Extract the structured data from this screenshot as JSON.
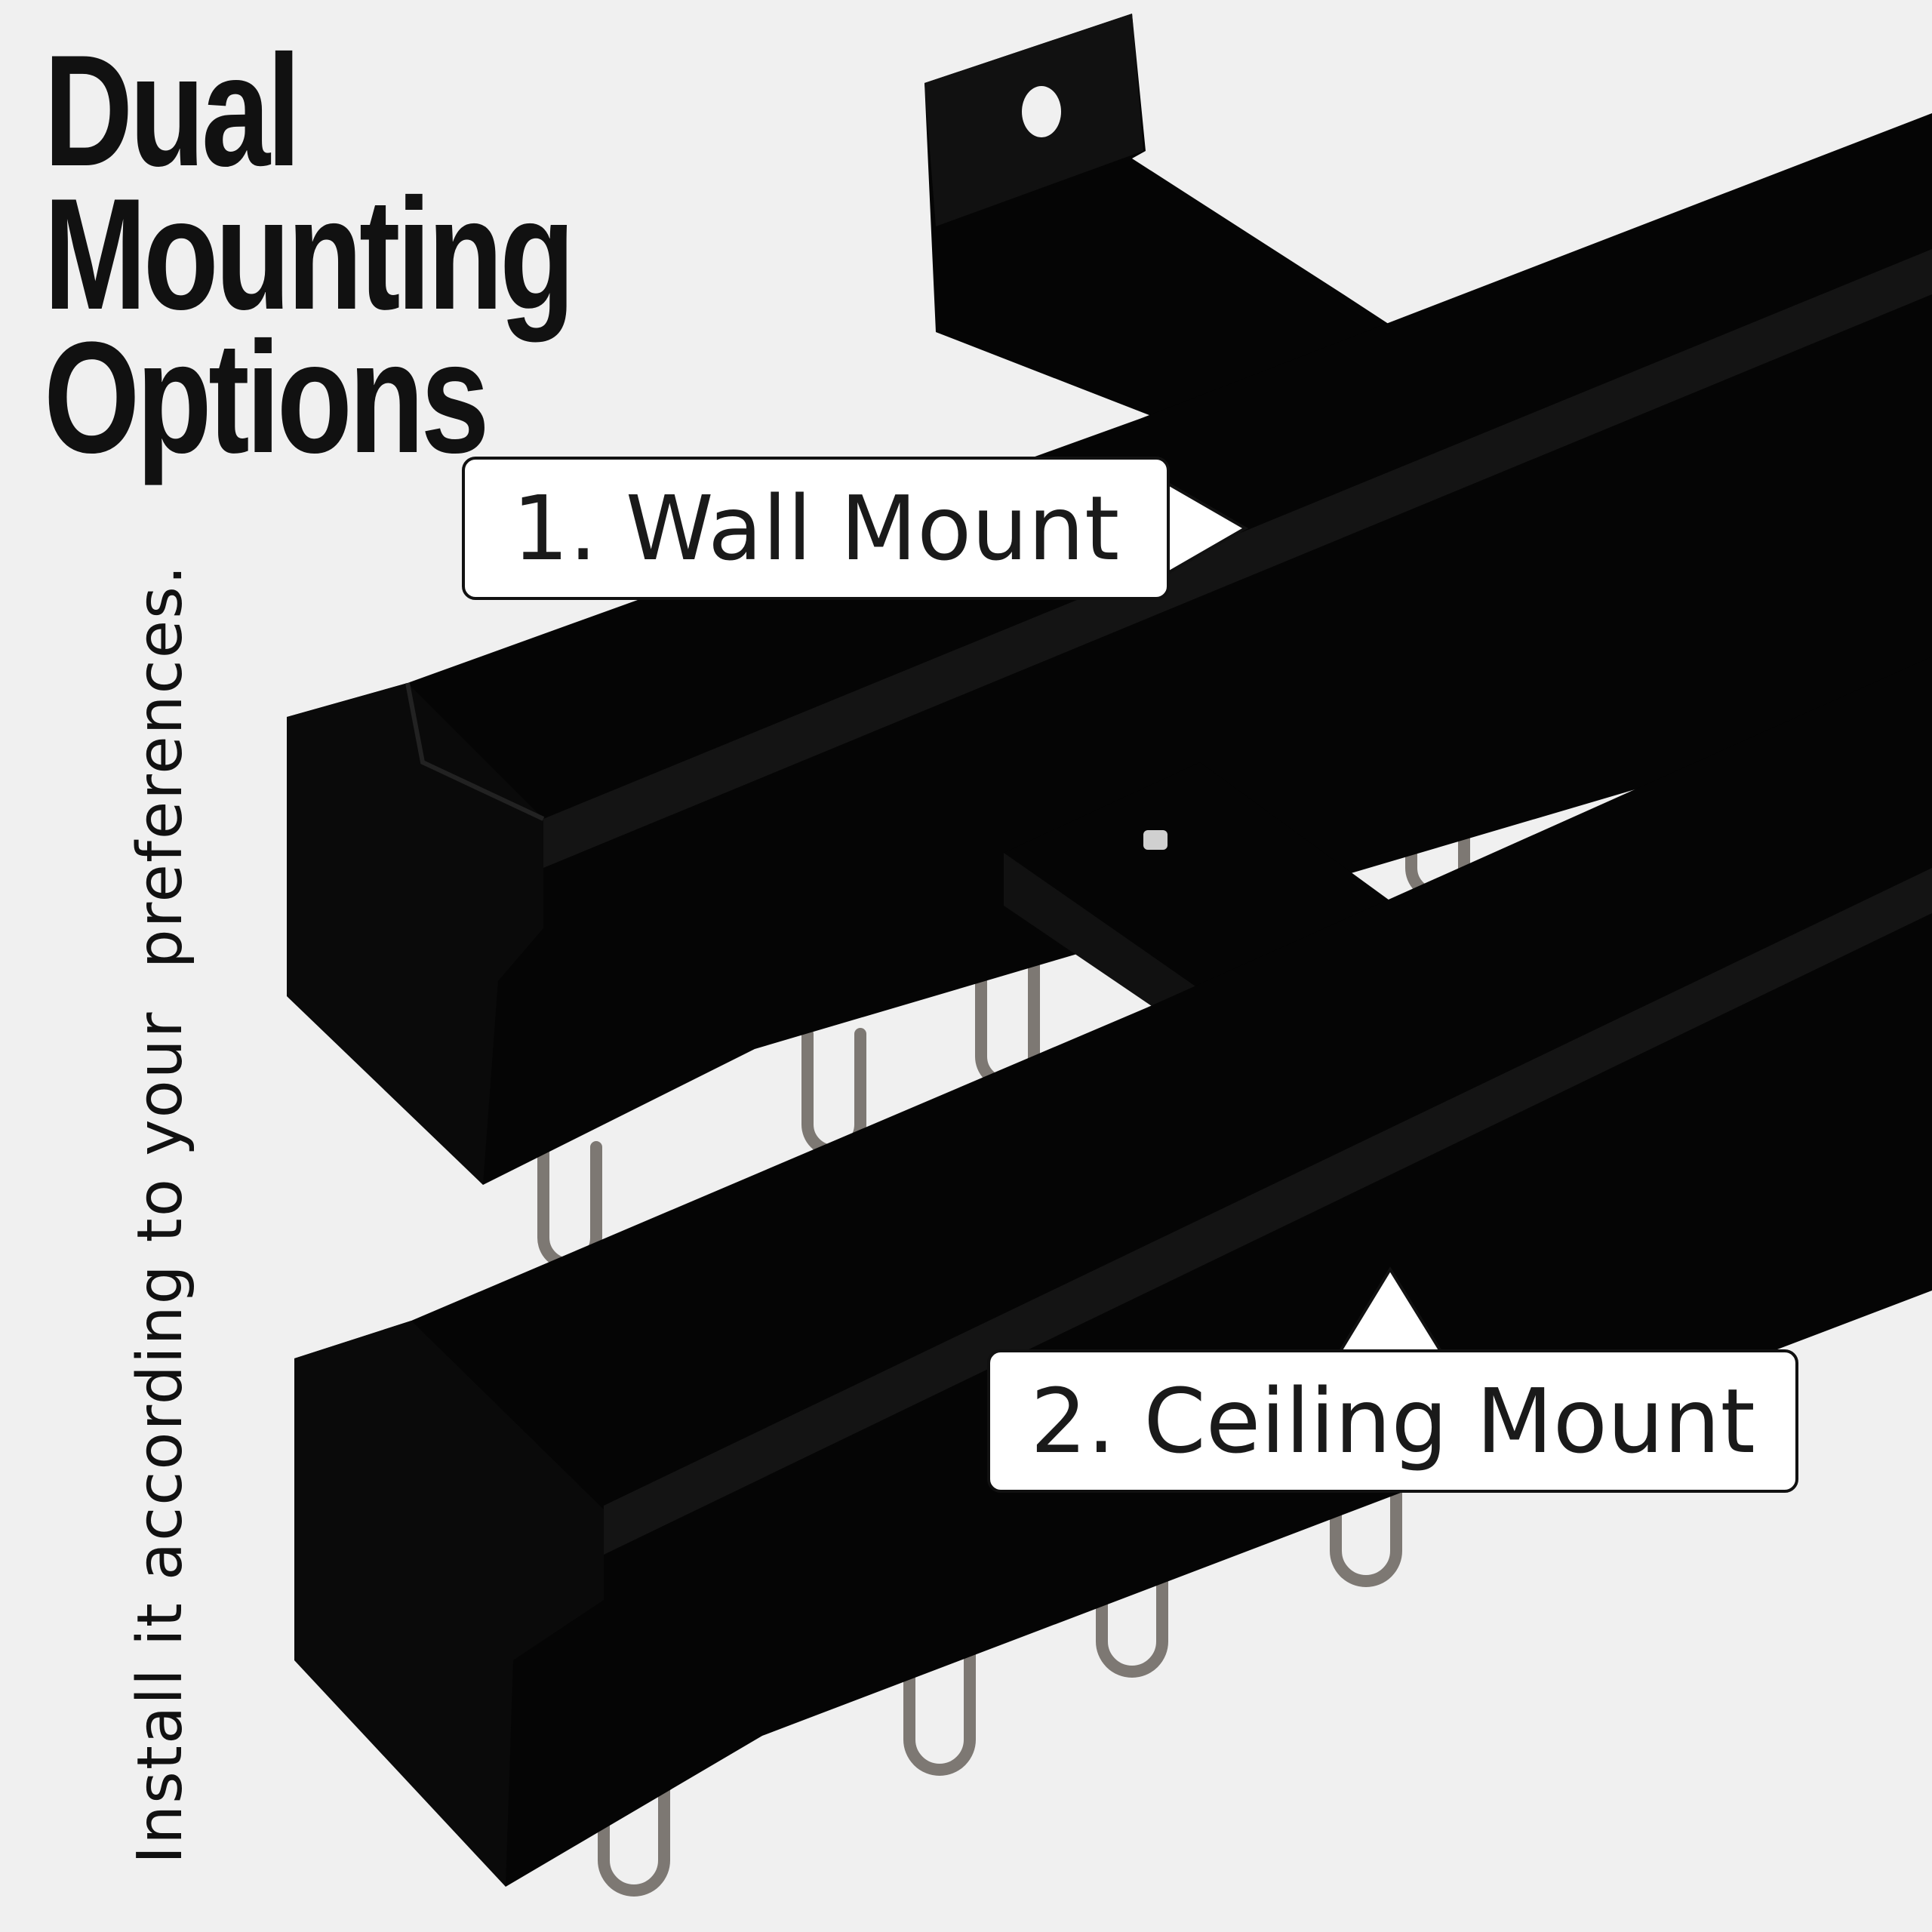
{
  "title": {
    "line1": "Dual Mounting",
    "line2": "Options"
  },
  "subtitle": "Install it according to your  preferences.",
  "callouts": {
    "wall": "1. Wall Mount",
    "ceiling": "2. Ceiling Mount"
  },
  "colors": {
    "background": "#f0f0f0",
    "track": "#050505",
    "text": "#111111",
    "hook": "#8a8580"
  }
}
